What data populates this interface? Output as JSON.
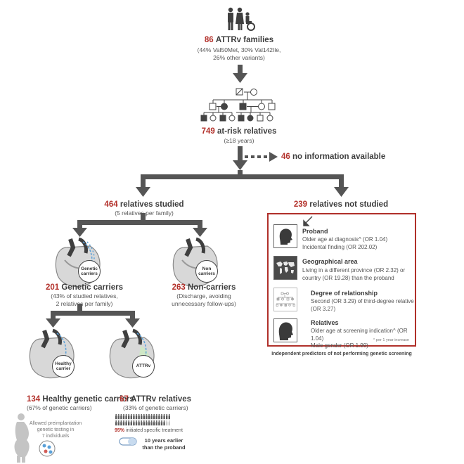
{
  "families": {
    "count": "86",
    "label": "ATTRv families",
    "detail_1": "(44% Val50Met, 30% Val142Ile,",
    "detail_2": "26% other variants)"
  },
  "at_risk": {
    "count": "749",
    "label": "at-risk relatives",
    "detail": "(≥18 years)"
  },
  "no_info": {
    "count": "46",
    "label": "no information available"
  },
  "studied": {
    "count": "464",
    "label": "relatives studied",
    "detail": "(5 relatives per family)"
  },
  "not_studied": {
    "count": "239",
    "label": "relatives not studied"
  },
  "genetic_carriers": {
    "badge_1": "Genetic",
    "badge_2": "carriers",
    "count": "201",
    "label": "Genetic carriers",
    "detail_1": "(43% of studied relatives,",
    "detail_2": "2 relatives per family)"
  },
  "non_carriers": {
    "badge_1": "Non",
    "badge_2": "carriers",
    "count": "263",
    "label": "Non-carriers",
    "detail_1": "(Discharge, avoiding",
    "detail_2": "unnecessary follow-ups)"
  },
  "healthy_carriers": {
    "badge_1": "Healthy",
    "badge_2": "carrier",
    "count": "134",
    "label": "Healthy genetic carriers",
    "detail": "(67% of genetic carriers)",
    "note_1": "Allowed preimplantation",
    "note_2": "genetic testing in",
    "note_3": "7 individuals"
  },
  "attrv_relatives": {
    "badge": "ATTRv",
    "count": "67",
    "label": "ATTRv relatives",
    "detail": "(33% of genetic carriers)",
    "treat_pct": "95%",
    "treat_text": "initiated specific treatment",
    "earlier_1": "10 years earlier",
    "earlier_2": "than the proband"
  },
  "predictors": {
    "caption": "Independent predictors of not performing genetic screening",
    "footnote": "^ per 1 year increase",
    "items": [
      {
        "title": "Proband",
        "line_1": "Older age at diagnosis^ (OR 1.04)",
        "line_2": "Incidental finding (OR 202.02)"
      },
      {
        "title": "Geographical area",
        "line_1": "Living in a different province (OR 2.32) or",
        "line_2": "country (OR 19.28) than the proband"
      },
      {
        "title": "Degree of relationship",
        "line_1": "Second (OR 3.29) of third-degree relative",
        "line_2": "(OR 3.27)"
      },
      {
        "title": "Relatives",
        "line_1": "Older age at screening indication^ (OR 1.04)",
        "line_2": "Male gender (OR 1.99)"
      }
    ]
  },
  "colors": {
    "accent": "#b3312b",
    "arrow": "#555555",
    "heart": "#9a9a9a",
    "dna": "#5aa0d8"
  }
}
